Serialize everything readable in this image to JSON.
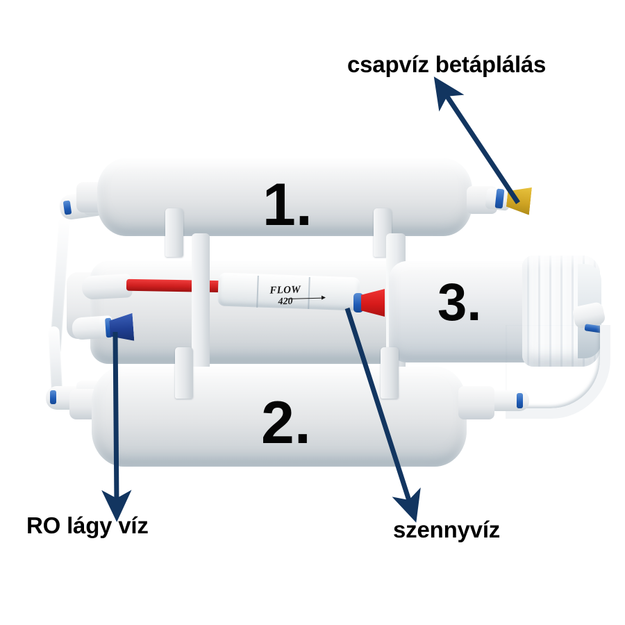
{
  "image": {
    "subject": "3-stage reverse osmosis water filter unit with Hungarian annotation labels",
    "background_color": "#ffffff",
    "annotation_color": "#123560",
    "text_color": "#000000"
  },
  "annotations": [
    {
      "id": "inlet",
      "label": "csapvíz betáplálás",
      "icon": "arrow-up-left-icon",
      "points_to": "yellow inlet cap on stage 1 cartridge"
    },
    {
      "id": "ro-water",
      "label": "RO lágy víz",
      "icon": "arrow-down-icon",
      "points_to": "blue outlet cap on middle cartridge"
    },
    {
      "id": "waste",
      "label": "szennyvíz",
      "icon": "arrow-down-right-icon",
      "points_to": "red waste cap after flow restrictor"
    }
  ],
  "stages": [
    {
      "number": "1.",
      "name": "stage-one-cartridge"
    },
    {
      "number": "2.",
      "name": "stage-two-cartridge"
    },
    {
      "number": "3.",
      "name": "membrane-housing"
    }
  ],
  "flow_restrictor": {
    "name": "flow-restrictor",
    "word": "FLOW",
    "code": "420"
  },
  "fittings": {
    "inlet_cap_color": "#cfa424",
    "ro_cap_color": "#203f93",
    "waste_cap_color": "#d61a1a",
    "collar_color": "#1f5bb5",
    "red_tube_color": "#cf1f1f"
  }
}
